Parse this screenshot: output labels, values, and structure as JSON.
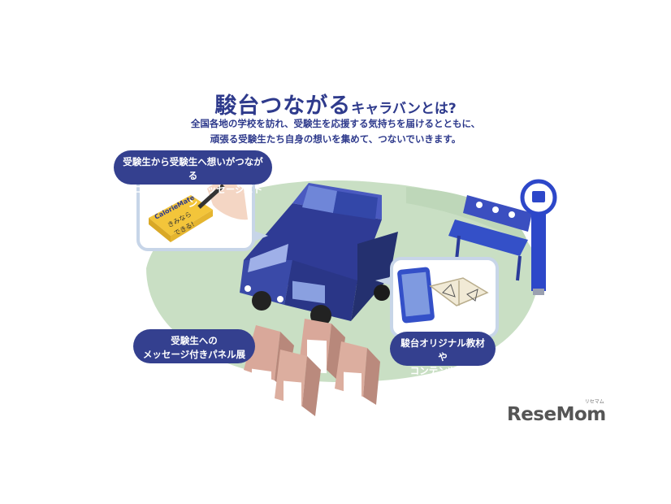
{
  "heading": {
    "main": "駿台つながる",
    "sub": "キャラバンとは?"
  },
  "intro": {
    "line1": "全国各地の学校を訪れ、受験生を応援する気持ちを届けるとともに、",
    "line2": "頑張る受験生たち自身の想いを集めて、つないでいきます。"
  },
  "callouts": {
    "baton_line1": "受験生から受験生へ想いがつながる",
    "baton_line2": "カロリーメイトのメッセージバトン",
    "panel_line1": "受験生への",
    "panel_line2": "メッセージ付きパネル展",
    "content_line1": "駿台オリジナル教材や",
    "content_line2": "コンテンツ体験"
  },
  "illustration": {
    "box_brand": "CalorieMate",
    "box_message_line1": "きみなら",
    "box_message_line2": "できる!"
  },
  "watermark": {
    "logo": "ReseMom",
    "sub": "リセマム"
  },
  "colors": {
    "navy": "#2e3a8c",
    "van_blue": "#3a4aa8",
    "grass": "#c9dfc4",
    "panel_pink": "#d9a89a",
    "box_yellow": "#f3c53a"
  }
}
